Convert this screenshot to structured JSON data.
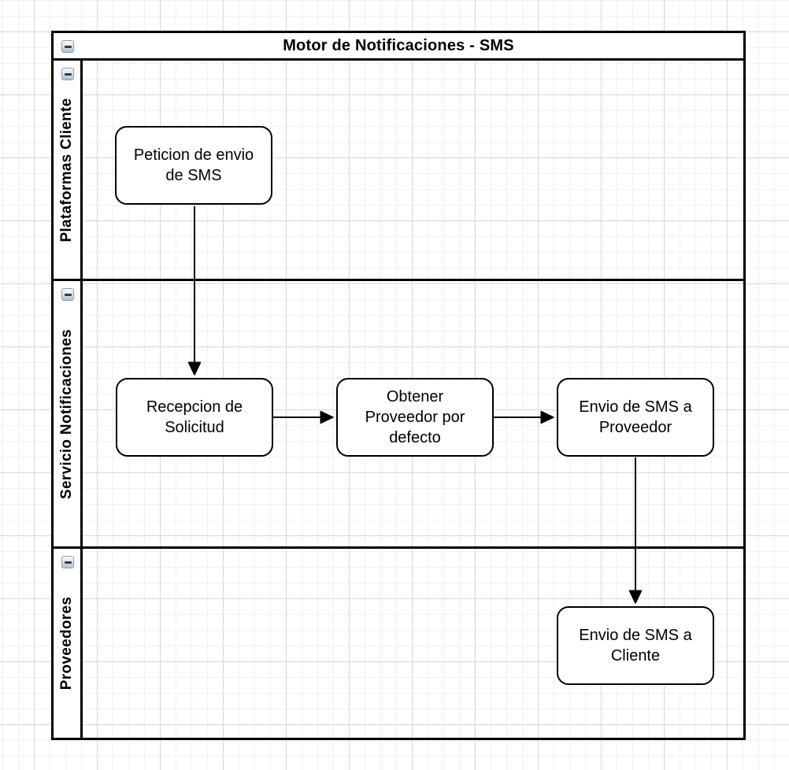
{
  "pool": {
    "title": "Motor de Notificaciones - SMS",
    "collapse_icon": "minus",
    "lanes": [
      {
        "id": "plataformas-cliente",
        "label": "Plataformas Cliente",
        "collapse_icon": "minus"
      },
      {
        "id": "servicio-notificaciones",
        "label": "Servicio Notificaciones",
        "collapse_icon": "minus"
      },
      {
        "id": "proveedores",
        "label": "Proveedores",
        "collapse_icon": "minus"
      }
    ]
  },
  "nodes": [
    {
      "id": "peticion-envio-sms",
      "lane": "plataformas-cliente",
      "label": "Peticion de envio\nde SMS"
    },
    {
      "id": "recepcion-solicitud",
      "lane": "servicio-notificaciones",
      "label": "Recepcion de\nSolicitud"
    },
    {
      "id": "obtener-proveedor-defecto",
      "lane": "servicio-notificaciones",
      "label": "Obtener\nProveedor por\ndefecto"
    },
    {
      "id": "envio-sms-proveedor",
      "lane": "servicio-notificaciones",
      "label": "Envio de SMS a\nProveedor"
    },
    {
      "id": "envio-sms-cliente",
      "lane": "proveedores",
      "label": "Envio de SMS a\nCliente"
    }
  ],
  "edges": [
    {
      "from": "peticion-envio-sms",
      "to": "recepcion-solicitud",
      "direction": "down"
    },
    {
      "from": "recepcion-solicitud",
      "to": "obtener-proveedor-defecto",
      "direction": "right"
    },
    {
      "from": "obtener-proveedor-defecto",
      "to": "envio-sms-proveedor",
      "direction": "right"
    },
    {
      "from": "envio-sms-proveedor",
      "to": "envio-sms-cliente",
      "direction": "down"
    }
  ],
  "colors": {
    "shape_border": "#000000",
    "shape_fill": "#ffffff",
    "text": "#000000",
    "canvas_bg": "#ffffff",
    "grid_minor": "#f0f0f1",
    "grid_major": "#d8d8da",
    "collapse_btn_border": "#8e9bab",
    "collapse_btn_fill": "#c5d0dd"
  }
}
